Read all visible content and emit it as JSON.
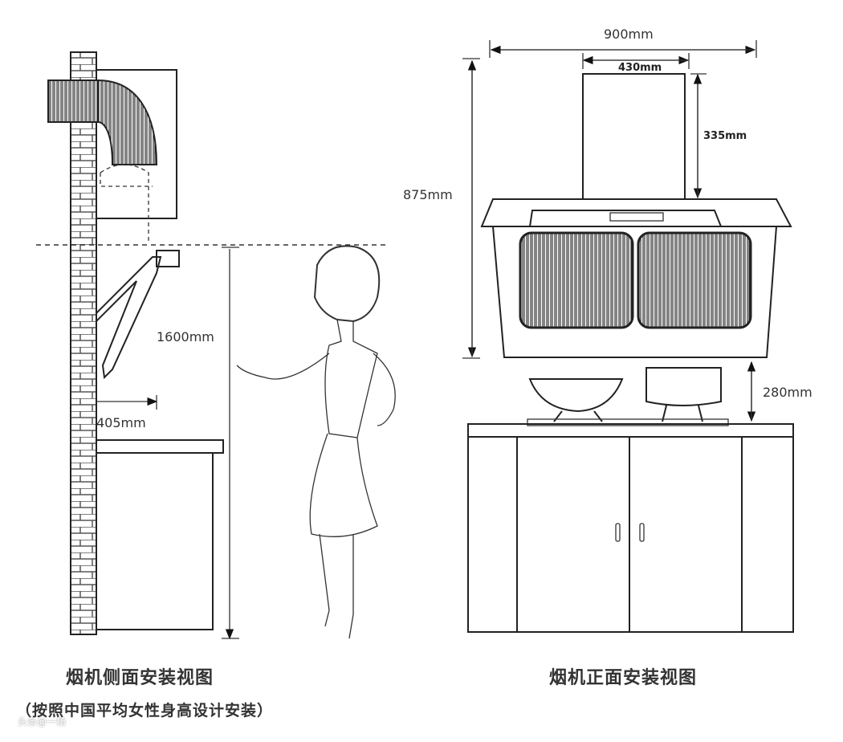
{
  "side_view": {
    "caption": "烟机侧面安装视图",
    "note": "（按照中国平均女性身高设计安装）",
    "height_label": "1600mm",
    "depth_label": "405mm"
  },
  "front_view": {
    "caption": "烟机正面安装视图",
    "width_label": "900mm",
    "chimney_width_label": "430mm",
    "chimney_height_label": "335mm",
    "total_height_label": "875mm",
    "clearance_label": "280mm"
  },
  "watermark": "头条@一杨"
}
